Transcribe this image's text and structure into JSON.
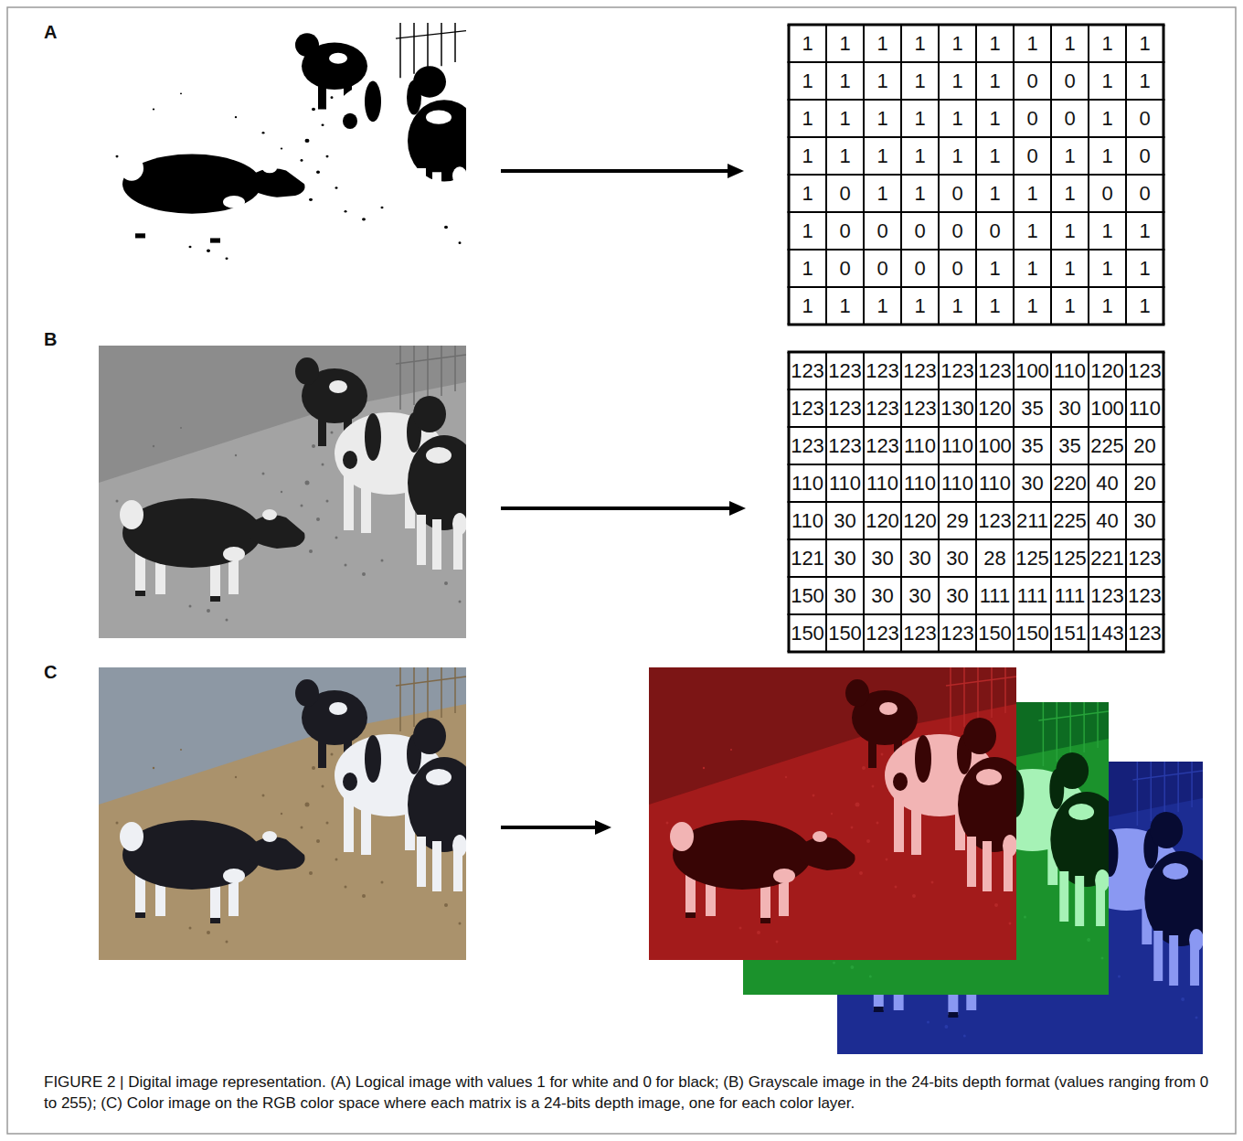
{
  "diagram": {
    "caption": "FIGURE 2 | Digital image representation. (A) Logical image with values 1 for white and 0 for black; (B) Grayscale image in the 24-bits depth format (values ranging from 0 to 255); (C) Color image on the RGB color space where each matrix is a 24-bits depth image, one for each color layer.",
    "labels": [
      "A",
      "1",
      "1",
      "1",
      "1",
      "1",
      "1",
      "1",
      "1",
      "1",
      "1",
      "1",
      "1",
      "1",
      "1",
      "1",
      "1",
      "0",
      "0",
      "1",
      "1",
      "1",
      "1",
      "1",
      "1",
      "1",
      "1",
      "0",
      "0",
      "1",
      "0",
      "1",
      "1",
      "1",
      "1",
      "1",
      "1",
      "0",
      "1",
      "1",
      "0",
      "1",
      "0",
      "1",
      "1",
      "0",
      "1",
      "1",
      "1",
      "0",
      "0",
      "1",
      "0",
      "0",
      "0",
      "0",
      "0",
      "1",
      "1",
      "1",
      "1",
      "1",
      "0",
      "0",
      "0",
      "0",
      "1",
      "1",
      "1",
      "1",
      "1",
      "1",
      "1",
      "1",
      "1",
      "1",
      "1",
      "1",
      "1",
      "1",
      "1",
      "B",
      "123",
      "123",
      "123",
      "123",
      "123",
      "123",
      "100",
      "110",
      "120",
      "123",
      "123",
      "123",
      "123",
      "123",
      "130",
      "120",
      "35",
      "30",
      "100",
      "110",
      "123",
      "123",
      "123",
      "110",
      "110",
      "100",
      "35",
      "35",
      "225",
      "20",
      "110",
      "110",
      "110",
      "110",
      "110",
      "110",
      "30",
      "220",
      "40",
      "20",
      "110",
      "30",
      "120",
      "120",
      "29",
      "123",
      "211",
      "225",
      "40",
      "30",
      "121",
      "30",
      "30",
      "30",
      "30",
      "28",
      "125",
      "125",
      "221",
      "123",
      "150",
      "30",
      "30",
      "30",
      "30",
      "111",
      "111",
      "111",
      "123",
      "123",
      "150",
      "150",
      "123",
      "123",
      "123",
      "150",
      "150",
      "151",
      "143",
      "123",
      "C"
    ]
  }
}
